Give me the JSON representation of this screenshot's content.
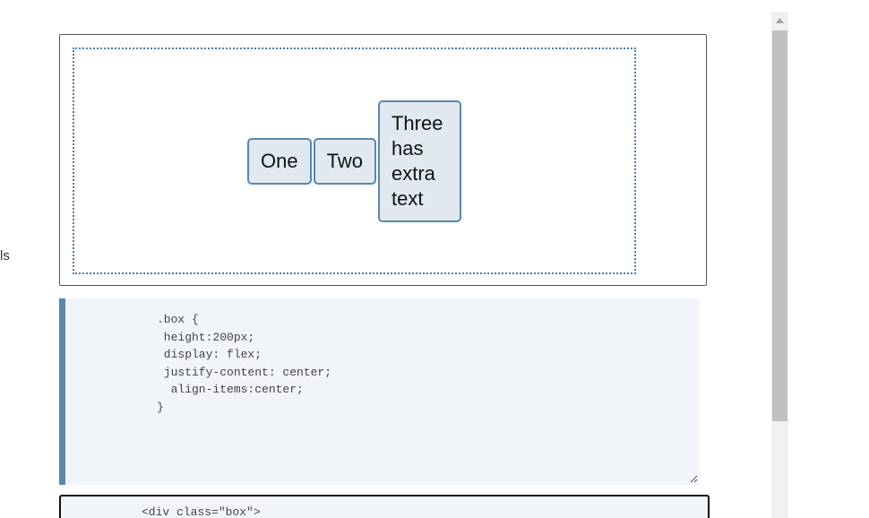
{
  "left_edge": {
    "text": "ls"
  },
  "preview": {
    "items": [
      {
        "label": "One"
      },
      {
        "label": "Two"
      },
      {
        "label": "Three has extra text"
      }
    ]
  },
  "css_editor": {
    "code": ".box {\n height:200px;\n display: flex;\n justify-content: center;\n  align-items:center;\n}"
  },
  "html_editor": {
    "code": "<div class=\"box\">"
  },
  "colors": {
    "accent": "#5a88ad",
    "item_bg": "#e1e8ef",
    "editor_bg": "#f1f5f9"
  }
}
